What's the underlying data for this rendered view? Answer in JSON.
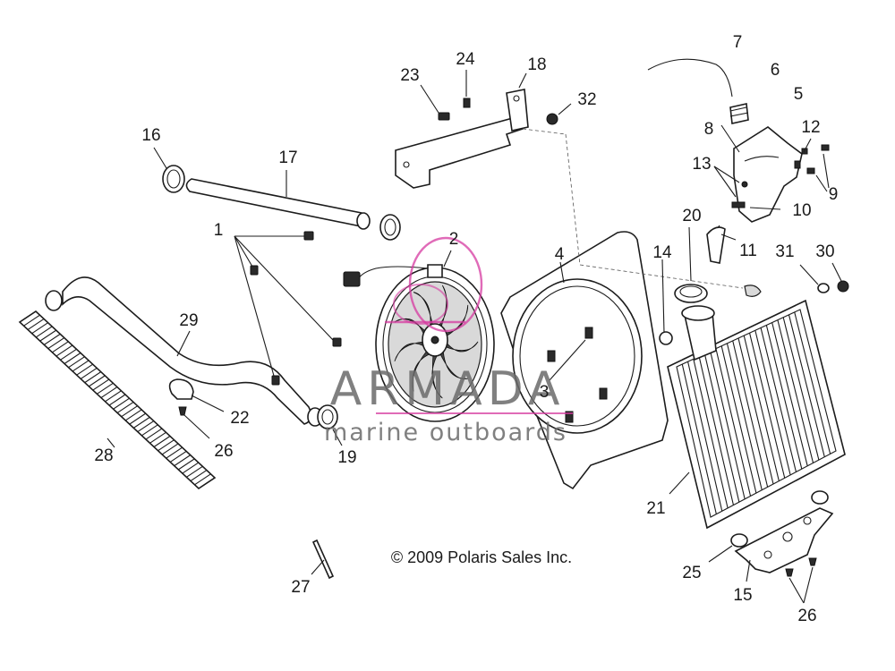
{
  "copyright": "© 2009 Polaris Sales Inc.",
  "watermark": {
    "brand": "ARMADA",
    "tagline": "marine outboards",
    "accent_color": "#d63aa0"
  },
  "callouts": [
    "1",
    "2",
    "3",
    "4",
    "5",
    "6",
    "7",
    "8",
    "9",
    "10",
    "11",
    "12",
    "13",
    "14",
    "15",
    "16",
    "17",
    "18",
    "19",
    "20",
    "21",
    "22",
    "23",
    "24",
    "25",
    "26",
    "26",
    "27",
    "28",
    "29",
    "30",
    "31",
    "32"
  ]
}
